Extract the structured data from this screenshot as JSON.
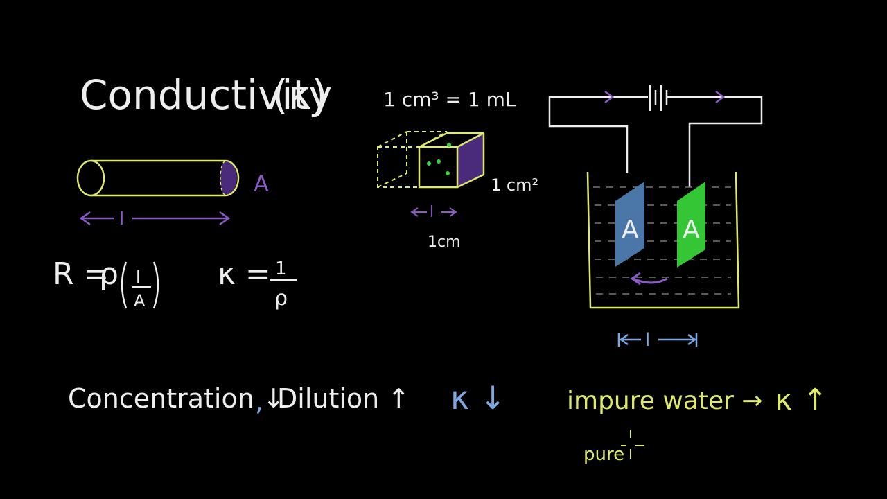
{
  "colors": {
    "background": "#000000",
    "white": "#eeeeee",
    "yellow": "#dfe96a",
    "purple": "#8a5bc4",
    "blue": "#7fa8e0",
    "green": "#3bd33b",
    "plate_blue": "#4a76a8",
    "plate_green": "#35c635"
  },
  "title": {
    "text": "Conductivity",
    "symbol": "(κ)"
  },
  "cylinder": {
    "area_label": "A",
    "length_label": "l"
  },
  "formulas": {
    "resistance_lhs": "R =",
    "rho": "ρ",
    "l": "l",
    "A": "A",
    "kappa_lhs": "κ =",
    "one": "1",
    "rho_denominator": "ρ"
  },
  "cube": {
    "volume_eq": "1 cm³ = 1 mL",
    "face_area": "1 cm²",
    "length_label": "l",
    "length_value": "1cm"
  },
  "cell": {
    "left_plate": "A",
    "right_plate": "A",
    "gap_label": "l"
  },
  "bottom": {
    "concentration": "Concentration ↓",
    "comma": ",",
    "dilution": "Dilution ↑",
    "kappa_down": "κ ↓",
    "impure": "impure water →",
    "kappa_up": "κ ↑",
    "pure": "pure"
  }
}
